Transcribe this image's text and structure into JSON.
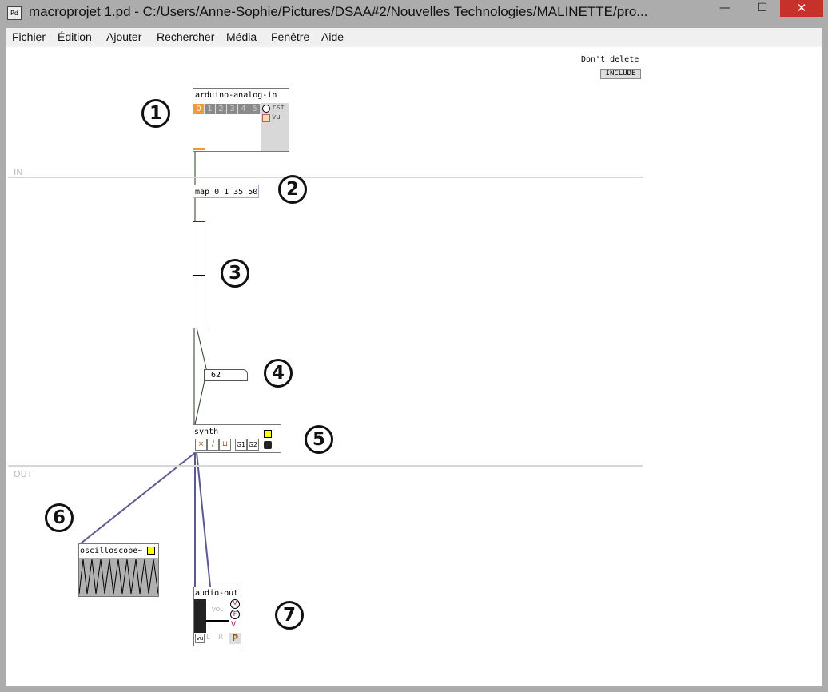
{
  "window": {
    "title": "macroprojet 1.pd  - C:/Users/Anne-Sophie/Pictures/DSAA#2/Nouvelles Technologies/MALINETTE/pro...",
    "app_icon": "Pd",
    "minimize": "—",
    "maximize": "☐",
    "close": "✕"
  },
  "menu": [
    "Fichier",
    "Édition",
    "Ajouter",
    "Rechercher",
    "Média",
    "Fenêtre",
    "Aide"
  ],
  "canvas": {
    "note": "Don't delete",
    "include": "INCLUDE",
    "sections": {
      "in": "IN",
      "out": "OUT"
    },
    "arduino": {
      "title": "arduino-analog-in",
      "channels": [
        "0",
        "1",
        "2",
        "3",
        "4",
        "5"
      ],
      "selected": 0,
      "rst": "rst",
      "vu": "vu"
    },
    "map": {
      "text": "map 0 1 35 50"
    },
    "slider": {
      "value_fraction": 0.5
    },
    "number": {
      "value": "62"
    },
    "synth": {
      "title": "synth",
      "buttons": [
        "⨯",
        "/",
        "⊔",
        "G1",
        "G2"
      ]
    },
    "oscilloscope": {
      "title": "oscilloscope~"
    },
    "audio_out": {
      "title": "audio-out",
      "vol": "VOL",
      "m": "M",
      "f": "F",
      "v": "V",
      "vu": "vu",
      "l": "L",
      "r": "R",
      "p": "P"
    },
    "markers": [
      "1",
      "2",
      "3",
      "4",
      "5",
      "6",
      "7"
    ],
    "colors": {
      "signal_wire": "#5a5a90",
      "control_wire": "#2a3a2a",
      "selected": "#f39a3a",
      "close": "#c7312c"
    }
  }
}
